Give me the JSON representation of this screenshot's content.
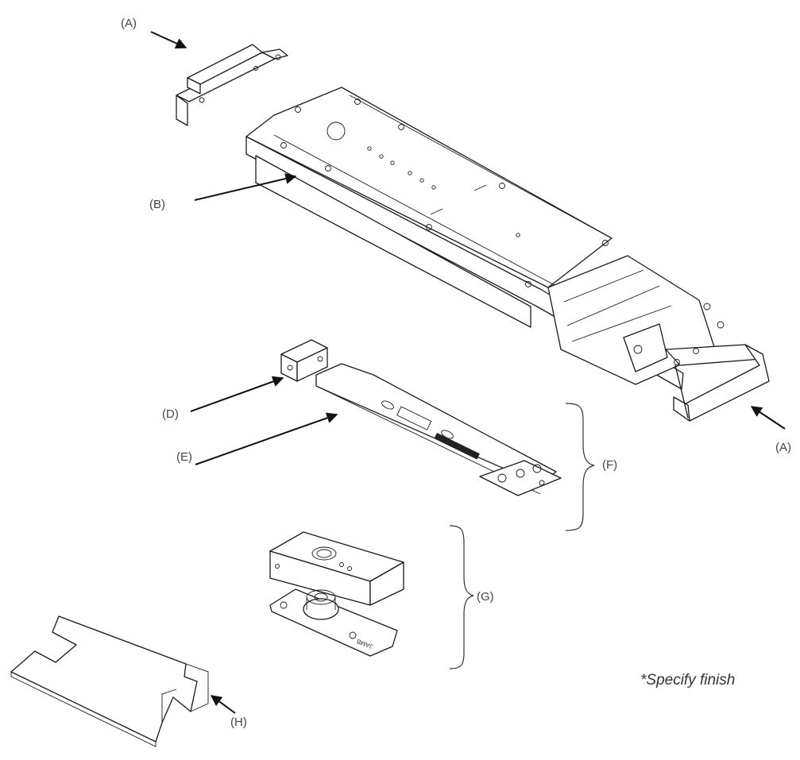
{
  "labels": {
    "a_top": "(A)",
    "a_right": "(A)",
    "b": "(B)",
    "d": "(D)",
    "e": "(E)",
    "f": "(F)",
    "g": "(G)",
    "h": "(H)"
  },
  "note": "*Specify finish",
  "part_marks": {
    "jamb": "JAMB"
  }
}
